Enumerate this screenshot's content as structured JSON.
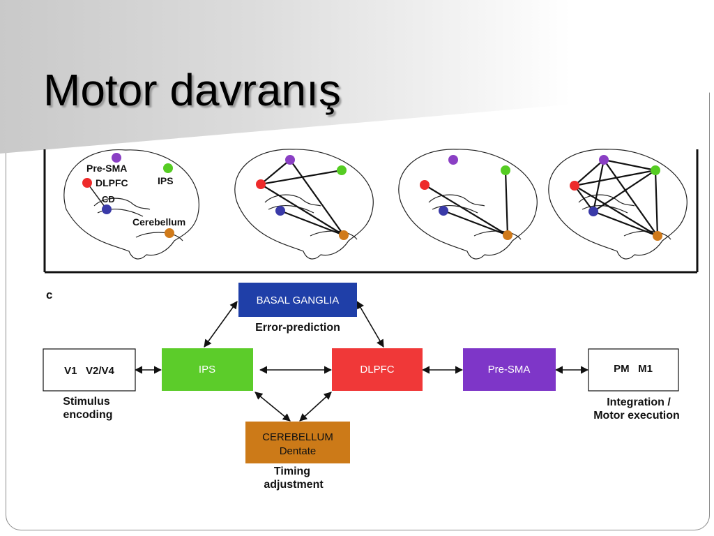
{
  "slide": {
    "title": "Motor davranış"
  },
  "brain_panels": {
    "labels": {
      "pre_sma": "Pre-SMA",
      "dlpfc": "DLPFC",
      "ips": "IPS",
      "cd": "CD",
      "cerebellum": "Cerebellum"
    },
    "node_colors": {
      "pre_sma": "#8a3fc4",
      "ips": "#55cc22",
      "dlpfc": "#ee2a2a",
      "cd": "#3a3aa8",
      "cerebellum": "#d07a1a"
    }
  },
  "flow_diagram": {
    "panel_label": "c",
    "basal_ganglia": {
      "label": "BASAL GANGLIA",
      "caption": "Error-prediction",
      "color": "#1f3fa8"
    },
    "v1": {
      "label": "V1   V2/V4",
      "caption_line1": "Stimulus",
      "caption_line2": "encoding"
    },
    "ips": {
      "label": "IPS",
      "color": "#5ccc2a"
    },
    "dlpfc": {
      "label": "DLPFC",
      "color": "#f03838"
    },
    "pre_sma": {
      "label": "Pre-SMA",
      "color": "#7e36c8"
    },
    "pm_m1": {
      "label": "PM   M1",
      "caption_line1": "Integration /",
      "caption_line2": "Motor execution"
    },
    "cerebellum": {
      "label_line1": "CEREBELLUM",
      "label_line2": "Dentate",
      "caption_line1": "Timing",
      "caption_line2": "adjustment",
      "color": "#cc7a18"
    }
  }
}
